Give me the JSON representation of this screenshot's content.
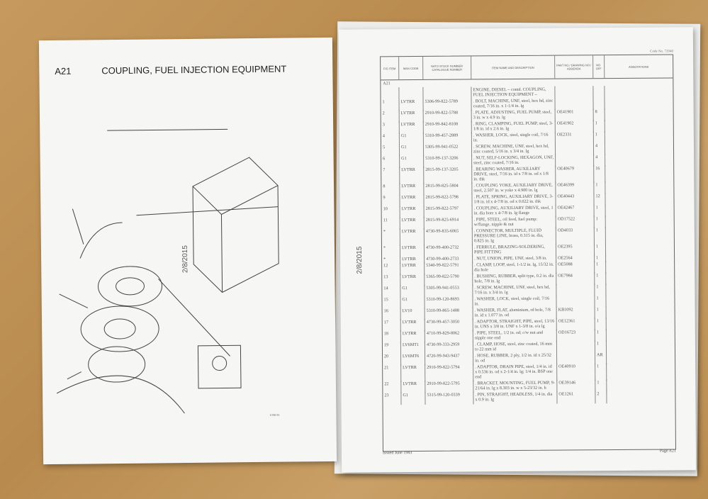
{
  "left_page": {
    "fig": "A21",
    "title": "COUPLING, FUEL INJECTION EQUIPMENT",
    "stamp": "2/8/2015",
    "drawing_ref": "LT40/16"
  },
  "right_page": {
    "stamp": "2/8/2015",
    "code_no": "Code No. 72040",
    "headers": [
      "FIG ITEM",
      "MAN CODE",
      "NATO STOCK NUMBER/ CATALOGUE NUMBER",
      "ITEM NAME AND DESCRIPTION",
      "PART NO./ DRAWING NO./ ADDENDA",
      "NO. OFF",
      "ANNOTATIONS"
    ],
    "section": "A21",
    "rows": [
      [
        "",
        "",
        "",
        "ENGINE, DIESEL – contd. COUPLING, FUEL INJECTION EQUIPMENT –",
        "",
        ""
      ],
      [
        "1",
        "LVTRR",
        "5306-99-822-5789",
        ". BOLT, MACHINE, UNF, steel, hex hd, zinc coated, 7/16 in. x 1-1/4 in. lg",
        "",
        ""
      ],
      [
        "2",
        "LVTRR",
        "2910-99-822-5788",
        ". PLATE, ADJUSTING, FUEL PUMP, steel, 3 in. w x 4.9 in. lg",
        "OE41901",
        "8"
      ],
      [
        "3",
        "LVTRR",
        "2910-99-842-8108",
        ". RING, CLAMPING, FUEL PUMP, steel, 3-1/8 in. id x 2.6 in. lg",
        "OE41902",
        "1"
      ],
      [
        "4",
        "G1",
        "5310-99-457-2889",
        ". WASHER, LOCK, steel, single coil, 7/16 in.",
        "OE2331",
        "1"
      ],
      [
        "5",
        "G1",
        "5305-99-941-0522",
        ". SCREW, MACHINE, UNF, steel, hex hd, zinc coated, 5/16 in. x 3/4 in. lg",
        "",
        "4"
      ],
      [
        "6",
        "G1",
        "5310-99-137-3206",
        ". NUT, SELF-LOCKING, HEXAGON, UNF, steel, zinc coated, 7/16 in.",
        "",
        "4"
      ],
      [
        "7",
        "LVTRR",
        "2815-99-137-3205",
        ". BEARING WASHER, AUXILIARY DRIVE, steel, 7/16 in. id x 7/8 in. od x 1/8 in. thk",
        "OE40679",
        "16"
      ],
      [
        "8",
        "LVTRR",
        "2815-99-825-5804",
        ". COUPLING YOKE, AUXILIARY DRIVE, steel, 2.507 in. w yoke x 4.900 in. lg",
        "OE46399",
        "1"
      ],
      [
        "9",
        "LVTRR",
        "2815-99-822-5798",
        ". PLATE, SPRING, AUXILIARY DRIVE, 3-1/8 in. id x 4-7/8 in. od x 0.022 in. thk",
        "OE40443",
        "12"
      ],
      [
        "10",
        "LVTRR",
        "2815-99-822-5797",
        ". COUPLING, AUXILIARY DRIVE, steel, 1 in. dia bore x 4-7/8 in. lg flange",
        "OE42467",
        "1"
      ],
      [
        "11",
        "LVTRR",
        "2815-99-825-6914",
        ". PIPE, STEEL, oil feed, fuel pump: w/flange, nipple & nut",
        "OD17522",
        "1"
      ],
      [
        "*",
        "LVTRR",
        "4730-99-835-6065",
        ". CONNECTOR, MULTIPLE, FLUID PRESSURE LINE, brass, 0.315 in. dia, 0.825 in. lg",
        "OD4033",
        "1"
      ],
      [
        "*",
        "LVTRR",
        "4730-99-400-2732",
        ". FERRULE, BRAZING-SOLDERING, PIPE FITTING",
        "OE2395",
        "1"
      ],
      [
        "*",
        "LVTRR",
        "4730-99-400-2733",
        ". NUT, UNION, PIPE, UNF, steel, 3/8 in.",
        "OE2564",
        "1"
      ],
      [
        "12",
        "LVTRR",
        "5340-99-822-5791",
        ". CLAMP, LOOP, steel, 1-1/2 in. lg, 15/32 in. dia hole",
        "OE5088",
        "1"
      ],
      [
        "13",
        "LVTRR",
        "5365-99-822-5790",
        ". BUSHING, RUBBER, split type, 0.2 in. dia hole, 7/8 in. lg",
        "OE7984",
        "1"
      ],
      [
        "14",
        "G1",
        "5305-99-941-0553",
        ". SCREW, MACHINE, UNF, steel, hex hd, 7/16 in. x 3/4 in. lg",
        "",
        "1"
      ],
      [
        "15",
        "G1",
        "5310-99-120-8693",
        ". WASHER, LOCK, steel, single coil, 7/16 in.",
        "",
        "1"
      ],
      [
        "16",
        "LV10",
        "5310-99-865-1488",
        ". WASHER, FLAT, aluminium, rd hole, 7/8 in. id x 1.077 in. od",
        "KB1092",
        "1"
      ],
      [
        "17",
        "LVTRR",
        "4730-99-457-3050",
        ". ADAPTOR, STRAIGHT, PIPE, steel, 13/16 in. UNS x 3/8 in. UNF x 1-3/8 in. o/a lg",
        "OE12361",
        "1"
      ],
      [
        "18",
        "LVTRR",
        "4710-99-829-8062",
        ". PIPE, STEEL, 1/2 in. od; c/w nut and nipple one end",
        "OD16723",
        "1"
      ],
      [
        "19",
        "LV6MT1",
        "4730-99-333-2959",
        ". CLAMP, HOSE, steel, zinc coated, 16 mm to 22 mm id",
        "",
        "1"
      ],
      [
        "20",
        "LV6MT6",
        "4720-99-943-9437",
        ". HOSE, RUBBER, 2 ply, 1/2 in. id x 25/32 in. od",
        "",
        "AR"
      ],
      [
        "21",
        "LVTRR",
        "2910-99-822-5794",
        ". ADAPTOR, DRAIN PIPE, steel, 1/4 in. id x 0.536 in. od x 2-1/4 in. lg; 1/4 in. BSP one end",
        "OE40910",
        "1"
      ],
      [
        "22",
        "LVTRR",
        "2910-99-822-5795",
        ". BRACKET, MOUNTING, FUEL PUMP, 9-21/64 in. lg x 8.303 in. w x 5-23/32 in. h",
        "OE39146",
        "1"
      ],
      [
        "23",
        "G1",
        "5315-99-120-0339",
        ". PIN, STRAIGHT, HEADLESS, 1/4 in. dia x 0.9 in. lg",
        "OE1261",
        "2"
      ]
    ],
    "footer_left": "Issued June 1983",
    "footer_right": "Page A21"
  }
}
